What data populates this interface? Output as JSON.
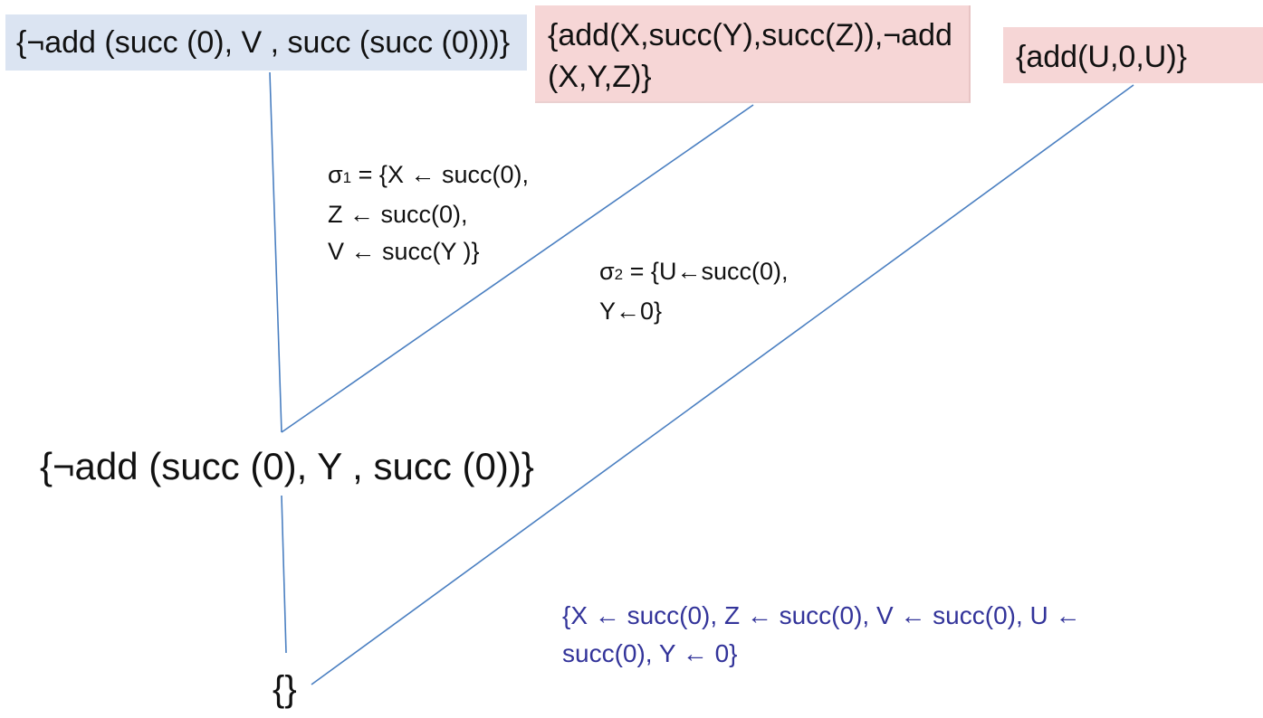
{
  "clauses": {
    "goal": "{¬add (succ (0), V , succ (succ (0)))}",
    "clause2": "{add(X,succ(Y),succ(Z)),¬add (X,Y,Z)}",
    "clause3": "{add(U,0,U)}"
  },
  "substitutions": {
    "sigma1": {
      "symbol": "σ",
      "index": "1",
      "lines": [
        "= {X ← succ(0),",
        "Z ← succ(0),",
        "V ← succ(Y )}"
      ]
    },
    "sigma2": {
      "symbol": "σ",
      "index": "2",
      "lines": [
        "= {U←succ(0),",
        "Y←0}"
      ]
    }
  },
  "resolvent": "{¬add (succ (0), Y , succ (0))}",
  "empty_clause": "{}",
  "answer_substitution": "{X ← succ(0), Z ← succ(0), V ← succ(0), U ← succ(0), Y ← 0}",
  "colors": {
    "goal_fill": "#dbe4f2",
    "clause_fill": "#f6d6d6",
    "edge": "#4a7fc1",
    "answer_text": "#33349a"
  }
}
